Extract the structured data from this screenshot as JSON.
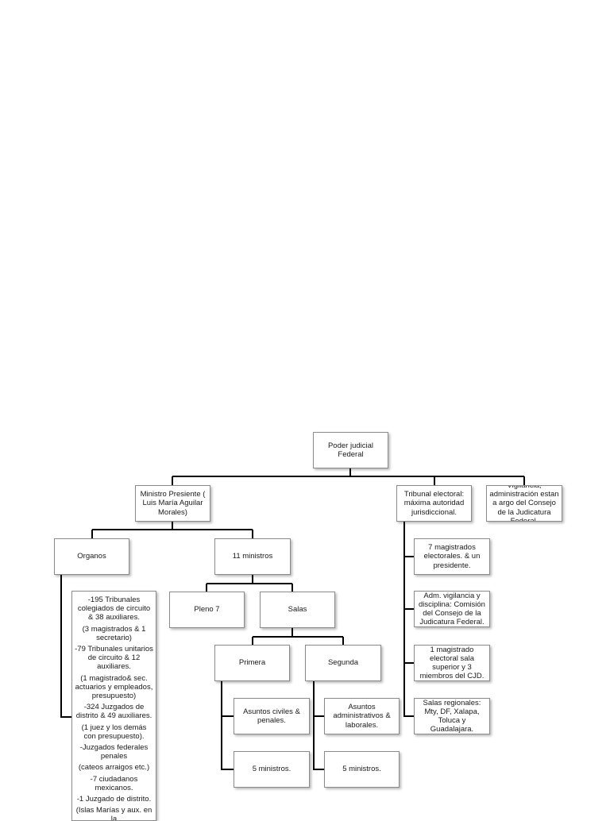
{
  "nodes": {
    "root": "Poder judicial Federal",
    "ministro": "Ministro Presiente ( Luis María Aguilar Morales)",
    "tribunal": "Tribunal electoral: máxima autoridad jurisdiccional.",
    "vigilancia": "Vigilancia, administración estan a argo del Consejo de la Judicatura Federal.",
    "organos": "Organos",
    "once_ministros": "11 ministros",
    "pleno": "Pleno 7",
    "salas": "Salas",
    "primera": "Primera",
    "segunda": "Segunda",
    "asuntos_civiles": "Asuntos civiles & penales.",
    "asuntos_admin": "Asuntos administrativos & laborales.",
    "cinco_1": "5 ministros.",
    "cinco_2": "5 ministros.",
    "te_1": "7 magistrados electorales. & un presidente.",
    "te_2": "Adm. vigilancia y disciplina: Comisión del Consejo de la Judicatura Federal.",
    "te_3": "1 magistrado electoral sala superior y 3 miembros del CJD.",
    "te_4": "Salas regionales: Mty, DF, Xalapa, Toluca y Guadalajara."
  },
  "organos_list": [
    "-195 Tribunales colegiados de circuito & 38 auxiliares.",
    "(3 magistrados & 1 secretario)",
    "-79 Tribunales unitarios de circuito & 12 auxiliares.",
    "(1 magistrado& sec. actuarios y empleados, presupuesto)",
    "-324 Juzgados de distrito & 49 auxiliares.",
    "(1 juez y los demás con presupuesto).",
    "-Juzgados federales penales",
    "(cateos arraigos etc.)",
    "-7 ciudadanos mexicanos.",
    "-1 Juzgado de distrito.",
    "(Islas Marías y aux. en la"
  ]
}
